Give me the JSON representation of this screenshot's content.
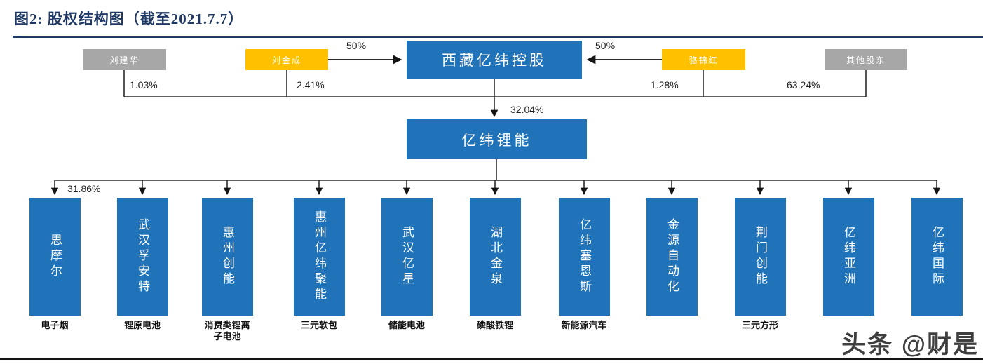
{
  "figure": {
    "title": "图2: 股权结构图（截至2021.7.7）"
  },
  "colors": {
    "brand_blue": "#2073B8",
    "accent_orange": "#FFC000",
    "neutral_gray": "#A7A7A7",
    "title_navy": "#1F3864",
    "line_black": "#141414"
  },
  "org_chart": {
    "holding_company": {
      "name": "西藏亿纬控股"
    },
    "listed_company": {
      "name": "亿纬锂能"
    },
    "holding_stake_in_listed": "32.04%",
    "first_subsidiary_stake": "31.86%",
    "shareholders": [
      {
        "name": "刘建华",
        "type": "gray",
        "stake_in_listed": "1.03%"
      },
      {
        "name": "刘金成",
        "type": "orange",
        "stake_in_holding": "50%",
        "stake_in_listed": "2.41%"
      },
      {
        "name": "骆锦红",
        "type": "orange",
        "stake_in_holding": "50%",
        "stake_in_listed": "1.28%"
      },
      {
        "name": "其他股东",
        "type": "gray",
        "stake_in_listed": "63.24%"
      }
    ],
    "subsidiaries": [
      {
        "name": "思摩尔",
        "product": "电子烟"
      },
      {
        "name": "武汉孚安特",
        "product": "锂原电池"
      },
      {
        "name": "惠州创能",
        "product": "消费类锂离子电池"
      },
      {
        "name": "惠州亿纬聚能",
        "product": "三元软包"
      },
      {
        "name": "武汉亿星",
        "product": "储能电池"
      },
      {
        "name": "湖北金泉",
        "product": "磷酸铁锂"
      },
      {
        "name": "亿纬塞恩斯",
        "product": "新能源汽车"
      },
      {
        "name": "金源自动化",
        "product": ""
      },
      {
        "name": "荆门创能",
        "product": "三元方形"
      },
      {
        "name": "亿纬亚洲",
        "product": ""
      },
      {
        "name": "亿纬国际",
        "product": ""
      }
    ]
  },
  "watermark": "头条 @财是"
}
